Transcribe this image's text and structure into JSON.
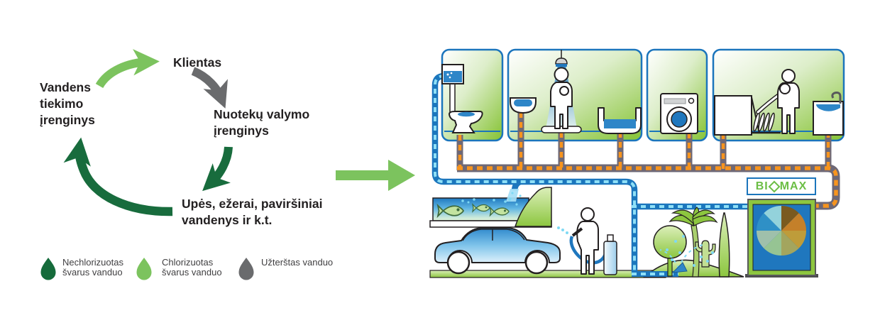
{
  "cycle": {
    "client": "Klientas",
    "water_supply": "Vandens tiekimo įrenginys",
    "wastewater_plant": "Nuotekų valymo įrenginys",
    "rivers": "Upės, ežerai, paviršiniai vandenys ir k.t."
  },
  "legend": {
    "items": [
      {
        "label": "Nechlorizuotas švarus vanduo",
        "color": "#156B3B"
      },
      {
        "label": "Chlorizuotas švarus vanduo",
        "color": "#7CC35E"
      },
      {
        "label": "Užterštas vanduo",
        "color": "#6A6B6D"
      }
    ]
  },
  "illustration": {
    "brand": {
      "prefix": "BI",
      "suffix": "MAX"
    },
    "tank_pie_colors": [
      "#7A5A20",
      "#C4802A",
      "#BE9C3A",
      "#A3A55E",
      "#96C493",
      "#9FC0AB",
      "#2F90C6",
      "#93D2DB"
    ]
  },
  "colors": {
    "light_green": "#7CC35E",
    "dark_green": "#186C3D",
    "gray": "#6A6B6D",
    "pipe_clean": "#1B76BD",
    "pipe_clean_dash": "#8FE0F7",
    "pipe_waste": "#6E6876",
    "pipe_waste_dash": "#F7941E",
    "panel_border": "#1B75BC",
    "biomax_green": "#6CBE45"
  }
}
